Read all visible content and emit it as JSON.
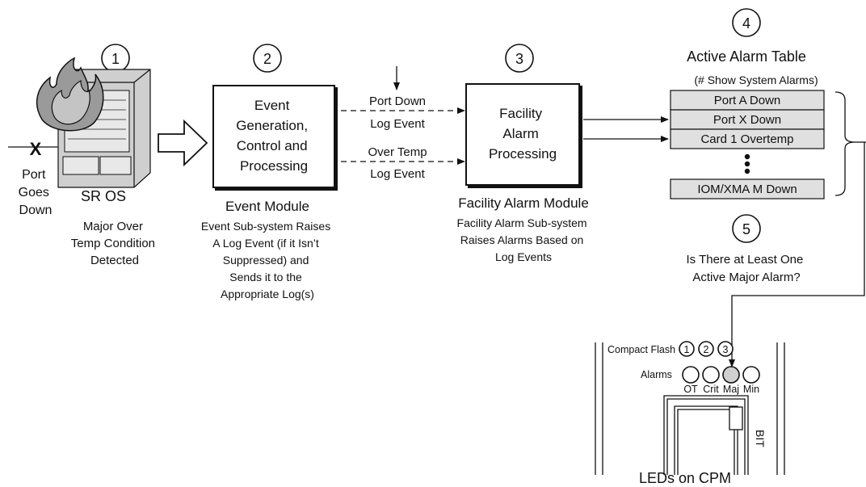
{
  "steps": [
    "1",
    "2",
    "3",
    "4",
    "5"
  ],
  "sr_os": {
    "port_label": [
      "Port",
      "Goes",
      "Down"
    ],
    "title": "SR OS",
    "caption": [
      "Major Over",
      "Temp Condition",
      "Detected"
    ]
  },
  "event_box": {
    "text": [
      "Event",
      "Generation,",
      "Control and",
      "Processing"
    ],
    "module_title": "Event Module",
    "caption": [
      "Event Sub-system Raises",
      "A Log Event (if it Isn’t",
      "Suppressed) and",
      "Sends it to the",
      "Appropriate Log(s)"
    ]
  },
  "log_events": [
    {
      "top": "Port Down",
      "bottom": "Log Event"
    },
    {
      "top": "Over Temp",
      "bottom": "Log Event"
    }
  ],
  "facility_box": {
    "text": [
      "Facility",
      "Alarm",
      "Processing"
    ],
    "module_title": "Facility Alarm Module",
    "caption": [
      "Facility Alarm Sub-system",
      "Raises Alarms Based on",
      "Log Events"
    ]
  },
  "alarm_table": {
    "title": "Active Alarm Table",
    "subtitle": "(# Show System Alarms)",
    "rows": [
      "Port A Down",
      "Port X Down",
      "Card 1 Overtemp",
      "IOM/XMA M Down"
    ]
  },
  "question": [
    "Is There at Least One",
    "Active Major Alarm?"
  ],
  "cpm": {
    "compact_flash_label": "Compact Flash",
    "flash_slots": [
      "1",
      "2",
      "3"
    ],
    "alarms_label": "Alarms",
    "led_labels": [
      "OT",
      "Crit",
      "Maj",
      "Min"
    ],
    "bit_label": "BIT",
    "caption": "LEDs on CPM"
  },
  "colors": {
    "line": "#111111",
    "gray_fill": "#e0e0e0",
    "led_active": "#cfcfcf"
  }
}
